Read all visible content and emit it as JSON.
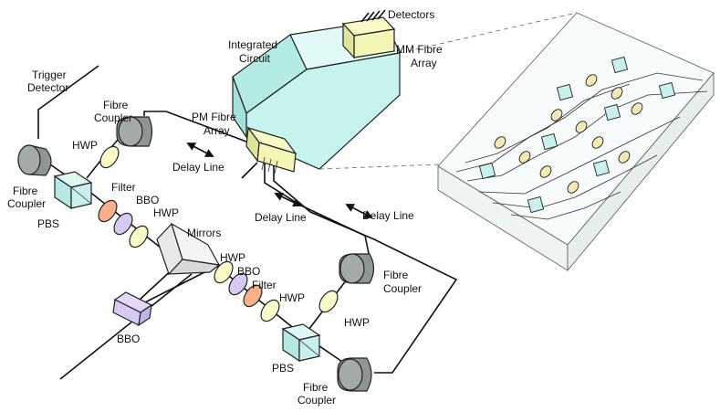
{
  "labels": {
    "trigger_detector": [
      "Trigger",
      "Detector"
    ],
    "fibre_coupler_top": [
      "Fibre",
      "Coupler"
    ],
    "hwp_top": "HWP",
    "fibre_coupler_left": [
      "Fibre",
      "Coupler"
    ],
    "pbs_left": "PBS",
    "filter_left": "Filter",
    "bbo_left": "BBO",
    "hwp_left": "HWP",
    "mirrors": "Mirrors",
    "bbo_pump": "BBO",
    "hwp_mid": "HWP",
    "bbo_mid": "BBO",
    "filter_mid": "Filter",
    "hwp_mid2": "HWP",
    "pbs_right": "PBS",
    "fibre_coupler_bottom": [
      "Fibre",
      "Coupler"
    ],
    "fibre_coupler_right": [
      "Fibre",
      "Coupler"
    ],
    "hwp_right": "HWP",
    "delay_line_1": "Delay Line",
    "delay_line_2": "Delay Line",
    "delay_line_3": "Delay Line",
    "pm_fibre_array": [
      "PM Fibre",
      "Array"
    ],
    "integrated_circuit": [
      "Integrated",
      "Circuit"
    ],
    "detectors": "Detectors",
    "mm_fibre_array": [
      "MM Fibre",
      "Array"
    ]
  },
  "colors": {
    "coupler": "#8f9595",
    "cube": "#c8f0ec",
    "hwp": "#fafac8",
    "filter": "#f6b08c",
    "bbo": "#d8c8f4",
    "chip": "#c6f3ee",
    "array": "#f2f5b4",
    "mirror": "#ececec",
    "ring": "#f3e9b4"
  }
}
